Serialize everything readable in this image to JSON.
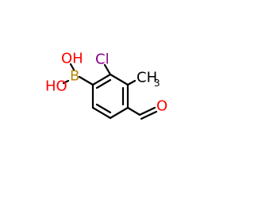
{
  "molecule": {
    "labels": {
      "oh_top": "OH",
      "oh_left": "HO",
      "boron": "B",
      "chlorine": "Cl",
      "methyl_main": "CH",
      "methyl_sub": "3",
      "oxygen": "O"
    },
    "colors": {
      "bond": "#000000",
      "oxygen": "#ff0000",
      "boron": "#b8860b",
      "chlorine": "#8b008b",
      "carbon_text": "#000000"
    }
  }
}
